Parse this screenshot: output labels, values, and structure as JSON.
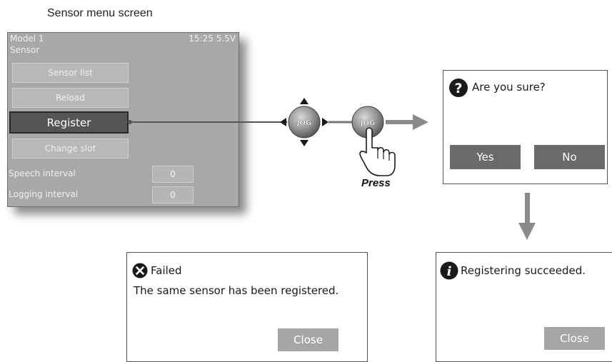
{
  "caption": "Sensor menu screen",
  "sensor_screen": {
    "model": "Model 1",
    "status": "15:25 5.5V",
    "title": "Sensor",
    "menu": [
      {
        "label": "Sensor list"
      },
      {
        "label": "Reload"
      },
      {
        "label": "Register"
      },
      {
        "label": "Change slot"
      }
    ],
    "settings": [
      {
        "label": "Speech interval",
        "value": "0"
      },
      {
        "label": "Logging interval",
        "value": "0"
      }
    ]
  },
  "jog": {
    "label": "JOG",
    "press_label": "Press"
  },
  "dialogs": {
    "confirm": {
      "icon": "question-icon",
      "message": "Are you sure?",
      "yes": "Yes",
      "no": "No"
    },
    "failed": {
      "icon": "error-icon",
      "title": "Failed",
      "message": "The same sensor has been registered.",
      "close": "Close"
    },
    "success": {
      "icon": "info-icon",
      "message": "Registering succeeded.",
      "close": "Close"
    }
  },
  "colors": {
    "lcd_background": "#a8a8a8",
    "selected_button": "#555555",
    "dialog_button": "#6a6a6a",
    "close_button": "#a6a6a6",
    "arrow": "#8a8a8a"
  }
}
